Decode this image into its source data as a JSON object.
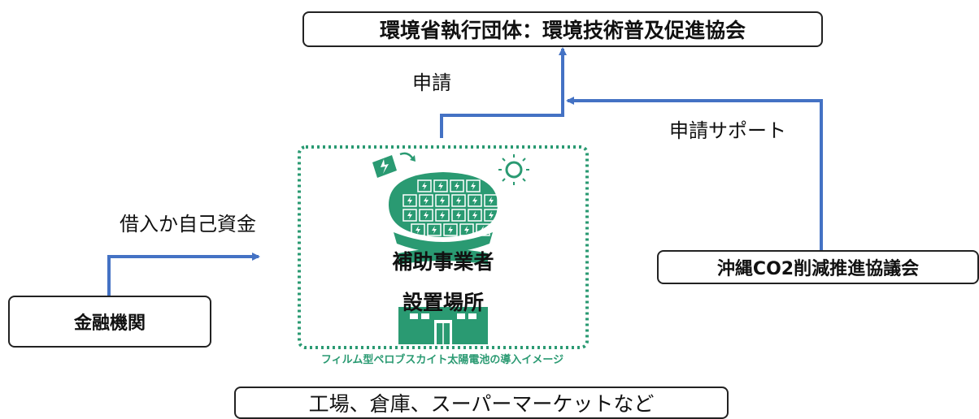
{
  "boxes": {
    "top": "環境省執行団体：環境技術普及促進協会",
    "bank": "金融機関",
    "council": "沖縄CO2削減推進協議会",
    "bottom": "工場、倉庫、スーパーマーケットなど"
  },
  "labels": {
    "apply": "申請",
    "apply_support": "申請サポート",
    "funding": "借入か自己資金"
  },
  "center": {
    "line1": "補助事業者",
    "line2": "設置場所",
    "caption": "フィルム型ペロブスカイト太陽電池の導入イメージ"
  },
  "colors": {
    "arrow": "#4472c4",
    "illustration": "#2a9a72",
    "dotted_frame": "#2a9a72"
  }
}
